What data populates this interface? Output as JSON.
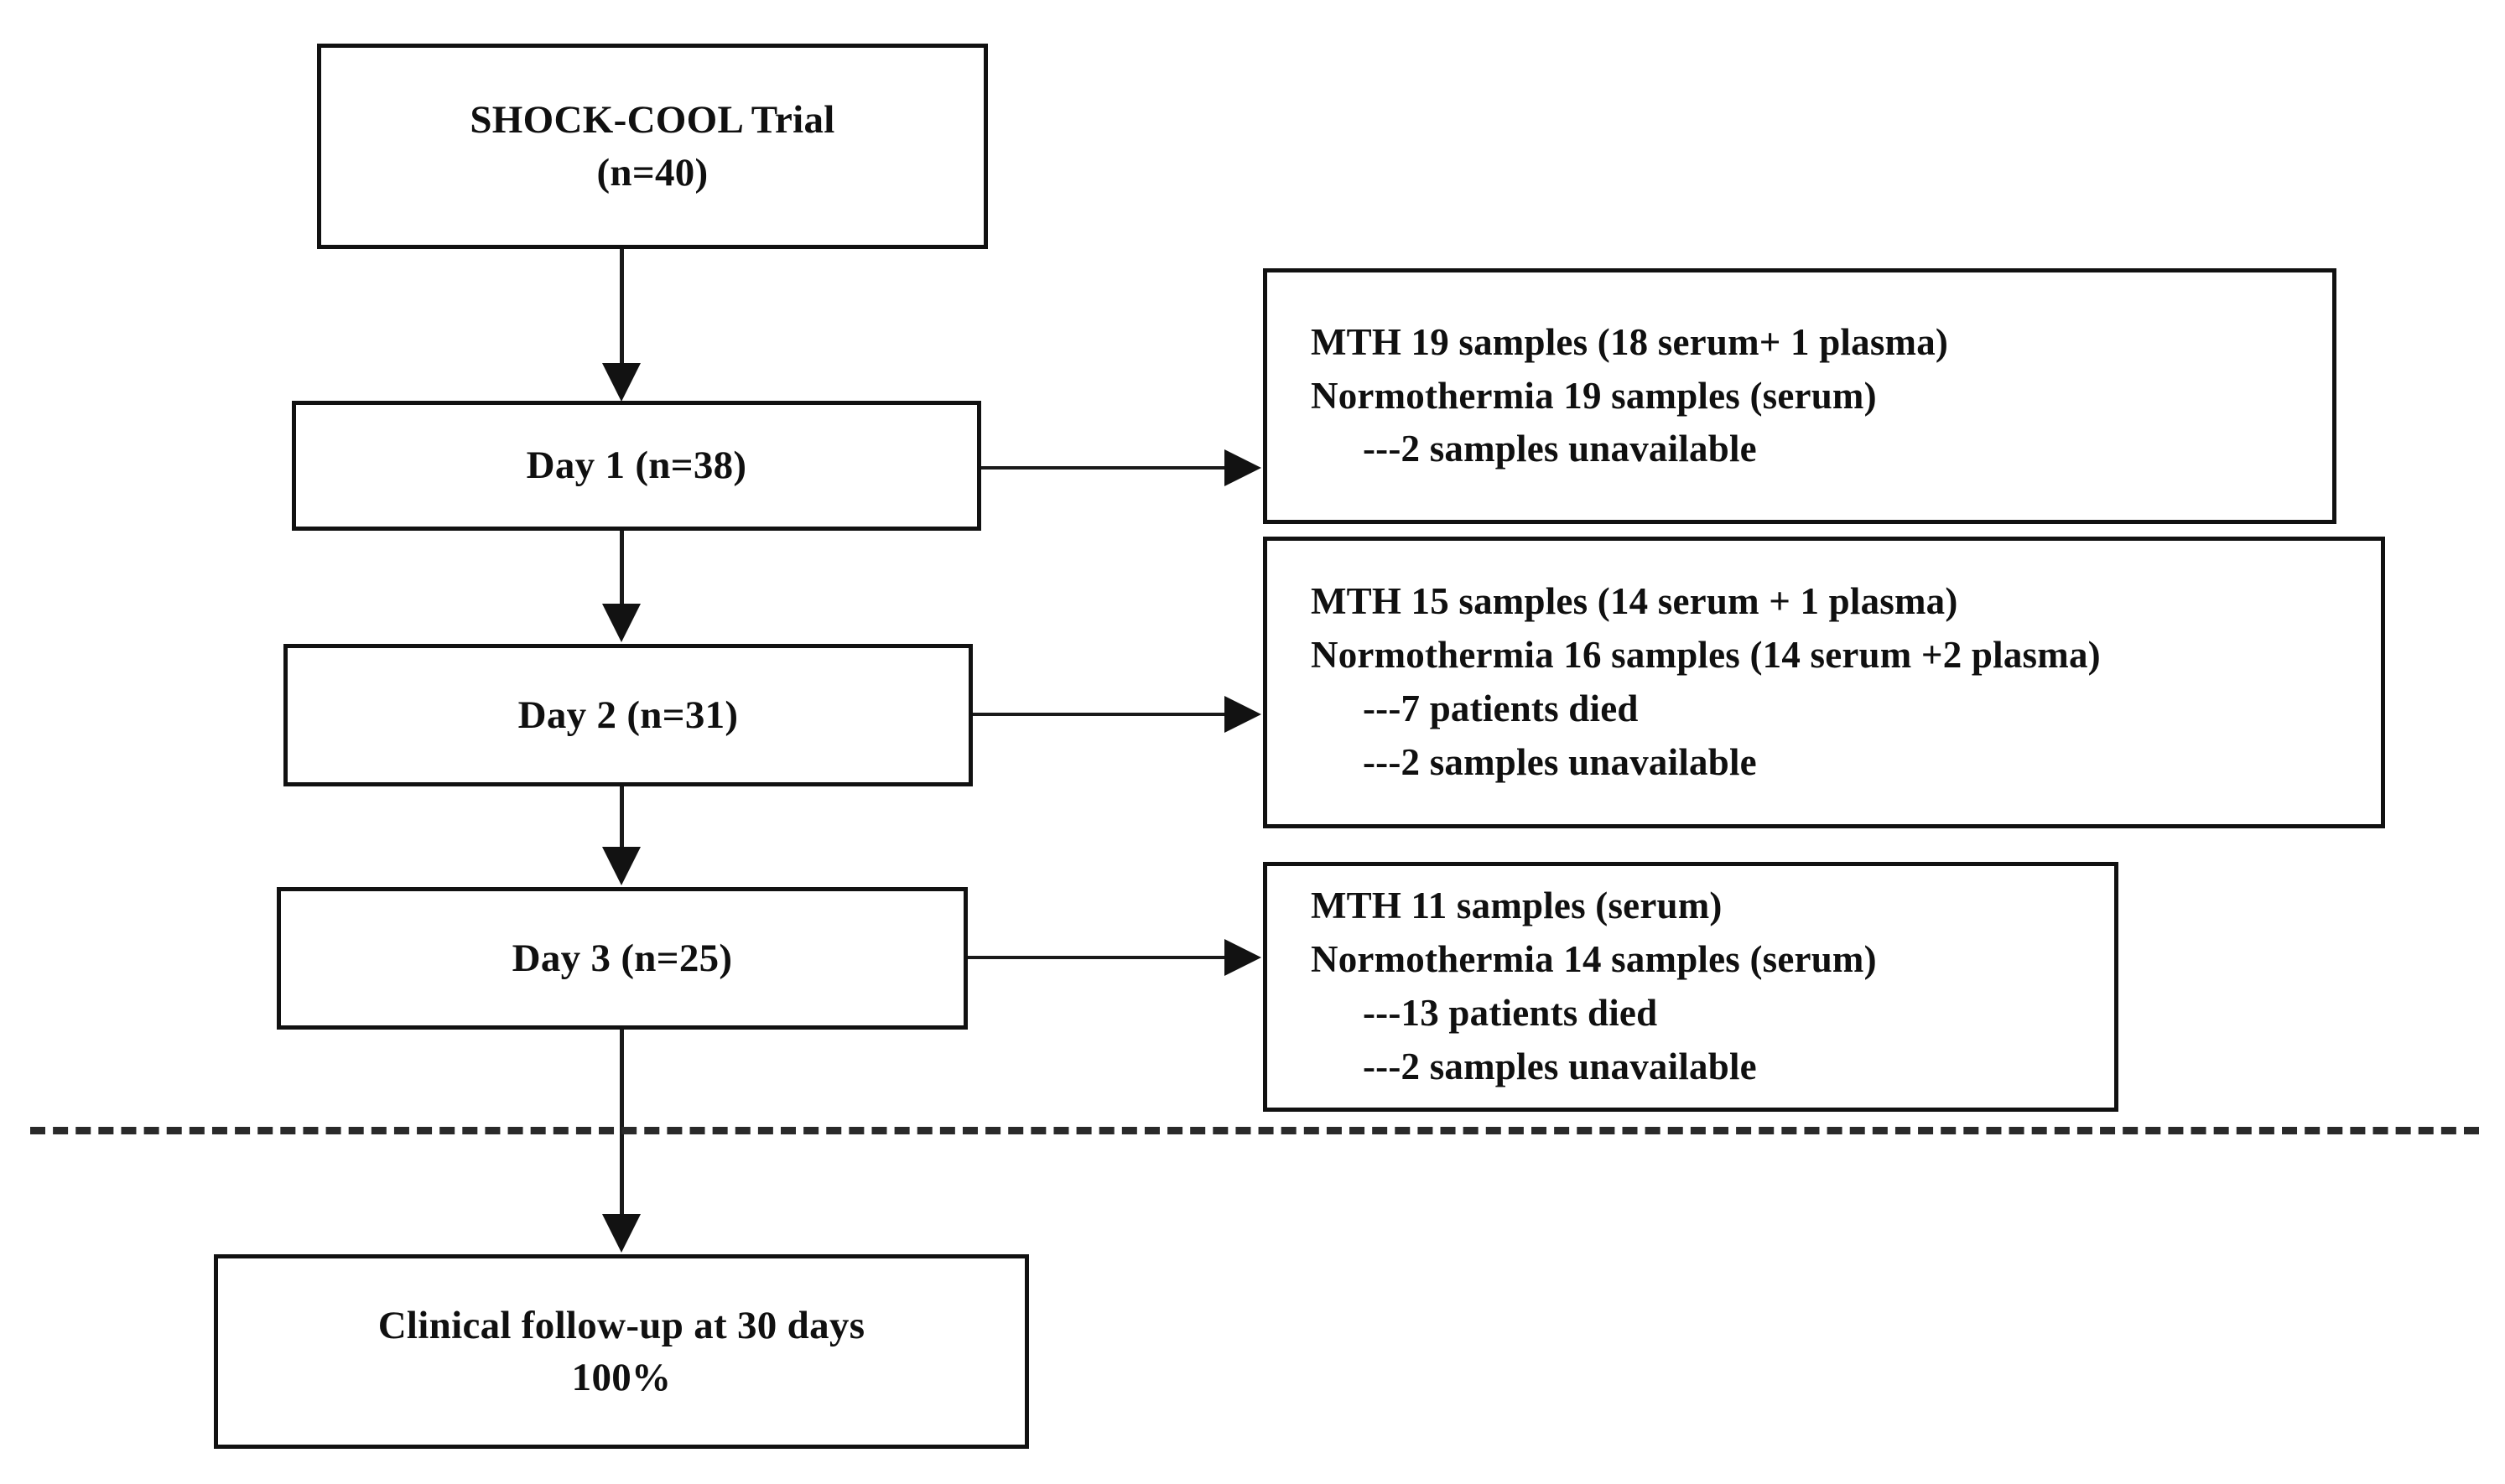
{
  "diagram": {
    "title": "SHOCK-COOL Trial sample flow diagram",
    "colors": {
      "box_border": "#111111",
      "connector": "#1a1a1a",
      "text": "#101010",
      "background": "#ffffff",
      "separator": "#2a2a2a"
    },
    "flow_boxes": [
      {
        "id": "trial",
        "line1": "SHOCK-COOL Trial",
        "line2": "(n=40)"
      },
      {
        "id": "day1",
        "line1": "Day 1 (n=38)",
        "line2": ""
      },
      {
        "id": "day2",
        "line1": "Day 2 (n=31)",
        "line2": ""
      },
      {
        "id": "day3",
        "line1": "Day 3 (n=25)",
        "line2": ""
      },
      {
        "id": "followup",
        "line1": "Clinical follow-up at 30 days",
        "line2": "100%"
      }
    ],
    "detail_boxes": [
      {
        "id": "detail-day1",
        "lines": [
          "MTH 19 samples (18 serum+ 1 plasma)",
          "Normothermia 19 samples (serum)",
          "---2 samples unavailable"
        ]
      },
      {
        "id": "detail-day2",
        "lines": [
          "MTH 15 samples (14 serum + 1 plasma)",
          "Normothermia 16 samples (14 serum +2 plasma)",
          "---7 patients died",
          "---2 samples unavailable"
        ]
      },
      {
        "id": "detail-day3",
        "lines": [
          "MTH 11 samples (serum)",
          "Normothermia 14 samples (serum)",
          "---13 patients died",
          "---2 samples unavailable"
        ]
      }
    ]
  }
}
